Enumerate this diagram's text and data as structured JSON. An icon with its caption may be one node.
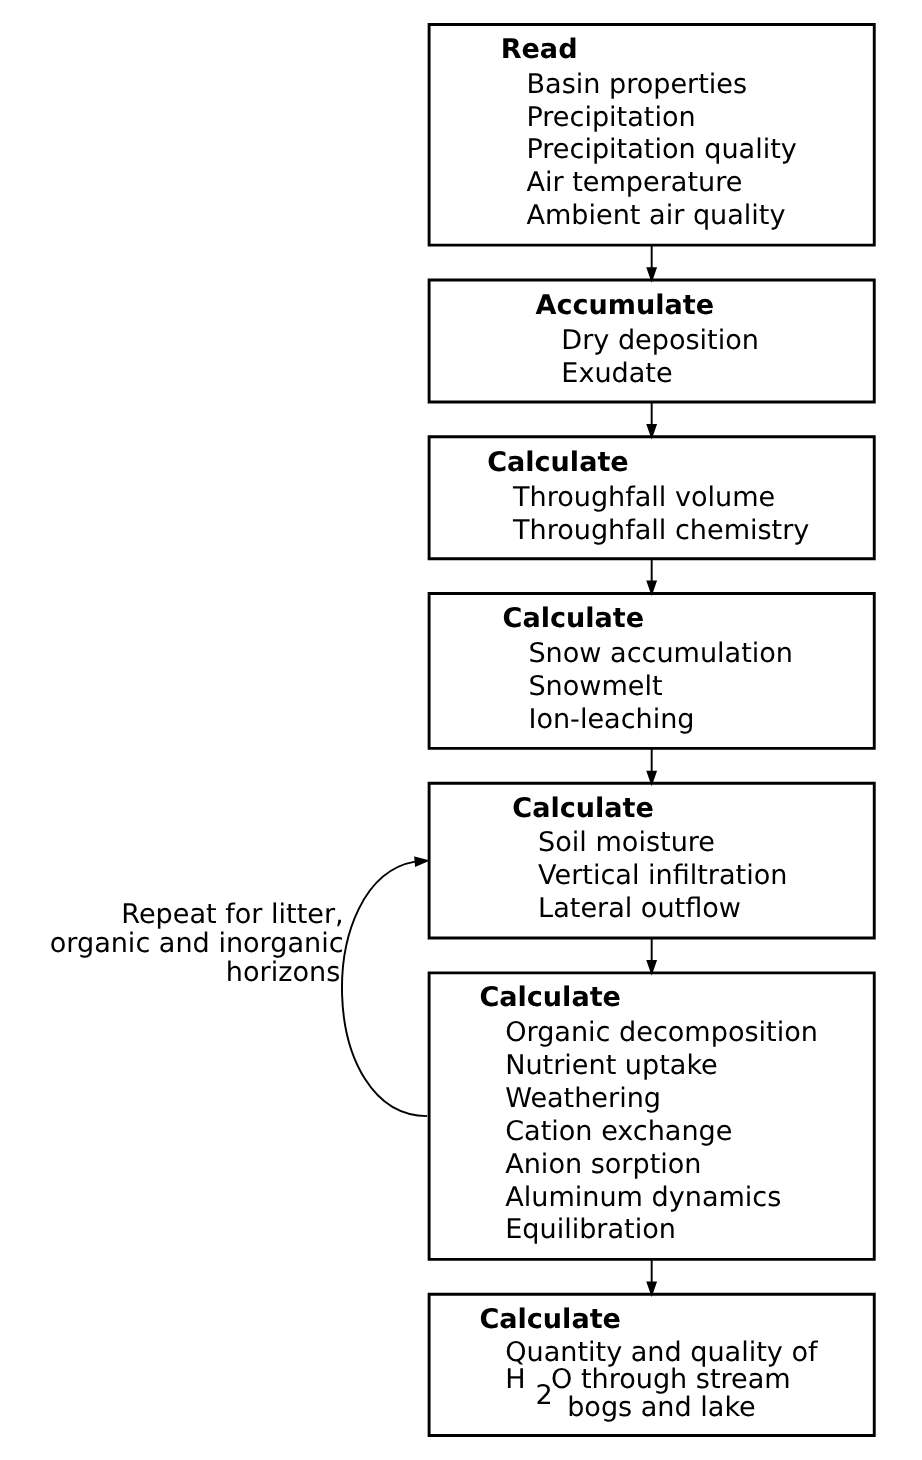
{
  "diagram": {
    "nodes": [
      {
        "text": [
          "Read",
          "Basin properties",
          "Precipitation",
          "Precipitation quality",
          "Air temperature",
          "Ambient air quality"
        ]
      },
      {
        "text": [
          "Accumulate",
          "Dry deposition",
          "Exudate"
        ]
      },
      {
        "text": [
          "Calculate",
          "Throughfall volume",
          "Throughfall chemistry"
        ]
      },
      {
        "text": [
          "Calculate",
          "Snow accumulation",
          "Snowmelt",
          "Ion-leaching"
        ]
      },
      {
        "text": [
          "Calculate",
          "Soil moisture",
          "Vertical infiltration",
          "Lateral outflow"
        ]
      },
      {
        "text": [
          "Calculate",
          "Organic decomposition",
          "Nutrient uptake",
          "Weathering",
          "Cation exchange",
          "Anion sorption",
          "Aluminum dynamics",
          "Equilibration"
        ]
      },
      {
        "text": [
          "Calculate",
          "Quantity and quality of H$_{2}$O through stream bogs and lake"
        ]
      }
    ],
    "edges": [
      {
        "from": 0,
        "to": 1,
        "arrow": "to"
      },
      {
        "from": 1,
        "to": 2,
        "arrow": "to"
      },
      {
        "from": 2,
        "to": 3,
        "arrow": "to"
      },
      {
        "from": 3,
        "to": 4,
        "arrow": "to"
      },
      {
        "from": 4,
        "to": 5,
        "arrow": "to"
      },
      {
        "from": 5,
        "to": 6,
        "arrow": "to"
      },
      {
        "from": 5,
        "to": 4,
        "arrow": "to",
        "label": "Repeat for litter, organic and inorganic horizons"
      }
    ]
  }
}
